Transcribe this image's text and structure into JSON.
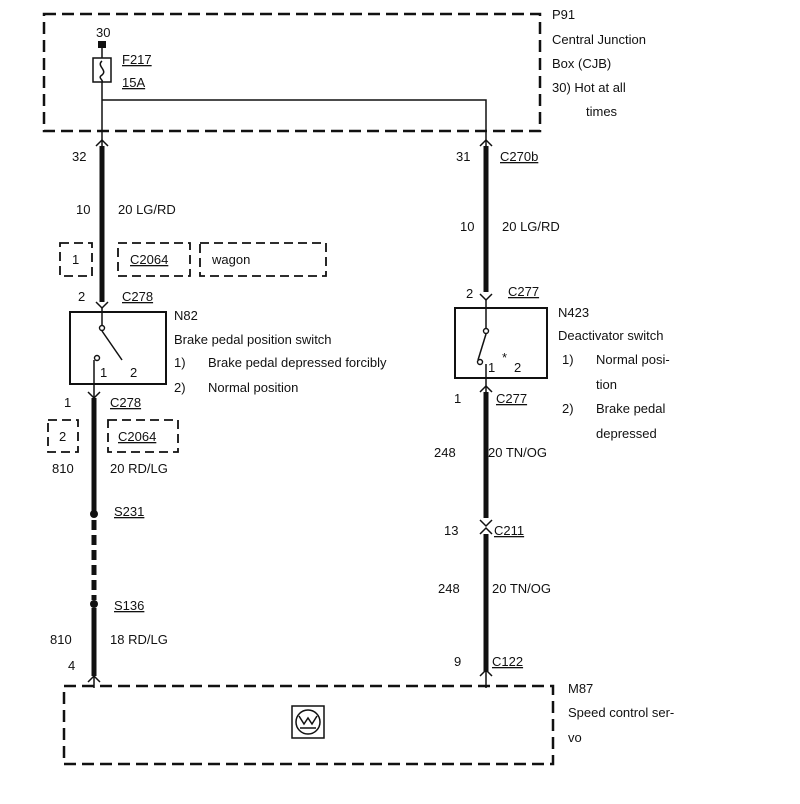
{
  "cjb": {
    "ref": "P91",
    "name_line1": "Central Junction",
    "name_line2": "Box (CJB)",
    "note_line1": "30)  Hot at all",
    "note_line2": "times",
    "pin_top": "30",
    "fuse_id": "F217",
    "fuse_rating": "15A"
  },
  "left_circuit": {
    "pin_cjb": "32",
    "circuit_top": "10",
    "wire_top": "20 LG/RD",
    "opt_pin": "1",
    "opt_connector": "C2064",
    "opt_label": "wagon",
    "pin_switch_in": "2",
    "connector_switch_in": "C278",
    "pin_switch_out": "1",
    "connector_switch_out": "C278",
    "opt_pin2": "2",
    "opt_connector2": "C2064",
    "circuit_mid": "810",
    "wire_mid": "20 RD/LG",
    "splice1": "S231",
    "splice2": "S136",
    "circuit_bottom": "810",
    "wire_bottom": "18 RD/LG",
    "pin_servo": "4"
  },
  "brake_switch": {
    "ref": "N82",
    "name": "Brake pedal position switch",
    "note1_num": "1)",
    "note1_text": "Brake pedal depressed forcibly",
    "note2_num": "2)",
    "note2_text": "Normal position",
    "term1": "1",
    "term2": "2"
  },
  "right_circuit": {
    "pin_cjb": "31",
    "connector_cjb": "C270b",
    "circuit_top": "10",
    "wire_top": "20 LG/RD",
    "pin_switch_in": "2",
    "connector_switch_in": "C277",
    "pin_switch_out": "1",
    "connector_switch_out": "C277",
    "circuit_mid": "248",
    "wire_mid": "20 TN/OG",
    "pin_inline": "13",
    "connector_inline": "C211",
    "circuit_bottom": "248",
    "wire_bottom": "20 TN/OG",
    "pin_servo": "9",
    "connector_servo": "C122"
  },
  "deactivator_switch": {
    "ref": "N423",
    "name": "Deactivator switch",
    "note1_num": "1)",
    "note1_line1": "Normal posi-",
    "note1_line2": "tion",
    "note2_num": "2)",
    "note2_line1": "Brake pedal",
    "note2_line2": "depressed",
    "term1": "1",
    "term2": "2",
    "mark": "*"
  },
  "servo": {
    "ref": "M87",
    "name_line1": "Speed control ser-",
    "name_line2": "vo",
    "icon": "motor-icon"
  }
}
